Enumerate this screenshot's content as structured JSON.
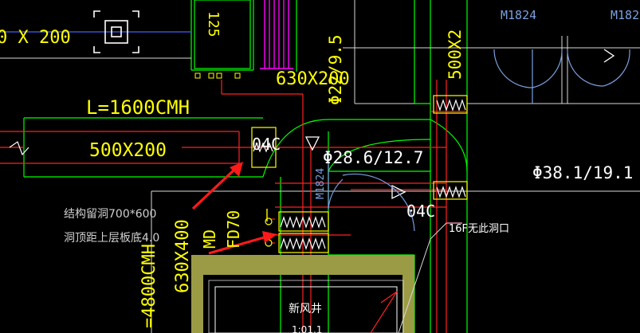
{
  "labels": {
    "dim_top_left": "0 X 200",
    "duct_125": "125",
    "dim_phi_22": "Φ22/9.5",
    "dim_630x200": "630X200",
    "flow_l1600": "L=1600CMH",
    "dim_500x200": "500X200",
    "tag_04c_upper": "04C",
    "dim_phi_28": "Φ28.6/12.7",
    "dim_500x_v": "500X2",
    "door_m1824_a": "M1824",
    "door_m1824_b": "M182",
    "door_m1824_c": "M1824",
    "dim_phi_38": "Φ38.1/19.1",
    "tag_04c_lower": "04C",
    "note_16f": "16F无此洞口",
    "note_structure_1": "结构留洞700*600",
    "note_structure_2": "洞顶距上层板底4.0",
    "dim_630x400": "630X400",
    "tag_md": "MD",
    "tag_fd70": "FD70",
    "flow_4800": "=4800CMH",
    "shaft_name": "新风井",
    "shaft_sub": "1:01.1"
  },
  "colors": {
    "background": "#000000",
    "yellow": "#ffff00",
    "red": "#ff2020",
    "green": "#00ff00",
    "white": "#ffffff",
    "magenta": "#ff00ff",
    "shaft_fill": "#9b9b45",
    "door_blue": "#7aa0e0",
    "pink": "#ffa0c0",
    "arrow_red": "#ff1a1a"
  }
}
